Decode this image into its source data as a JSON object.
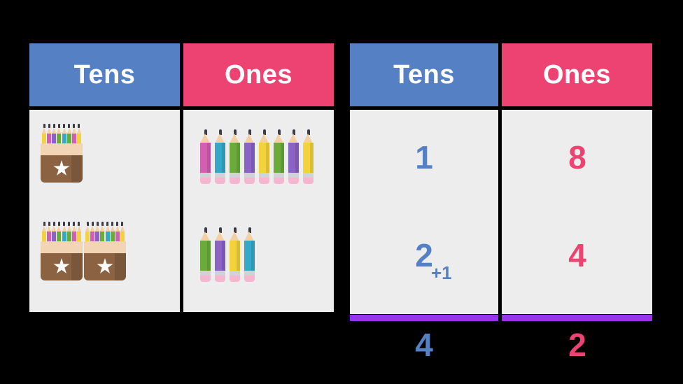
{
  "left_table": {
    "name": "pictorial-place-value-table",
    "headers": {
      "tens": "Tens",
      "ones": "Ones"
    },
    "colors": {
      "tens_header": "#5580c4",
      "ones_header": "#ec4373",
      "panel": "#ededed"
    },
    "rows": [
      {
        "row_label": "first-addend",
        "tens_boxes": 1,
        "ones_pencils": 8,
        "ones_pencil_colors": [
          "#d35fb0",
          "#35a8c8",
          "#6aab3c",
          "#8a63c4",
          "#f2d33c",
          "#6aab3c",
          "#8a63c4",
          "#f2d33c"
        ]
      },
      {
        "row_label": "second-addend",
        "tens_boxes": 2,
        "ones_pencils": 4,
        "ones_pencil_colors": [
          "#6aab3c",
          "#8a63c4",
          "#f2d33c",
          "#35a8c8"
        ]
      }
    ],
    "box_pencil_colors": [
      "#f2d33c",
      "#d35fb0",
      "#8a63c4",
      "#6aab3c",
      "#35a8c8",
      "#6aab3c",
      "#d35fb0",
      "#f2d33c"
    ]
  },
  "right_table": {
    "name": "numeric-place-value-table",
    "headers": {
      "tens": "Tens",
      "ones": "Ones"
    },
    "colors": {
      "tens_header": "#5580c4",
      "ones_header": "#ec4373",
      "panel": "#ededed",
      "rule": "#9933ee"
    },
    "rows": [
      {
        "row_label": "first-addend",
        "tens": "1",
        "ones": "8",
        "carry": null
      },
      {
        "row_label": "second-addend",
        "tens": "2",
        "ones": "4",
        "carry": "+1"
      }
    ],
    "answer": {
      "tens": "4",
      "ones": "2"
    }
  }
}
